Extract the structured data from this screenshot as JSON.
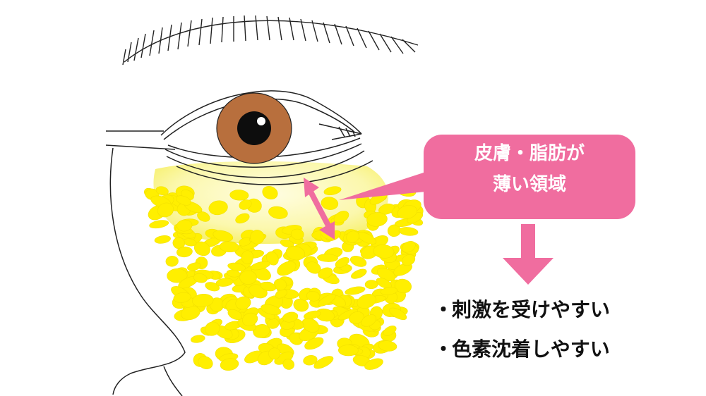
{
  "callout": {
    "line1": "皮膚・脂肪が",
    "line2": "薄い領域",
    "color": "#f06d9f"
  },
  "effects": [
    {
      "bullet": "・",
      "text": "刺激を受けやすい"
    },
    {
      "bullet": "・",
      "text": "色素沈着しやすい"
    }
  ],
  "colors": {
    "iris": "#b86f3d",
    "fat": "#ffef00",
    "thin_area": "#fbf7a8",
    "arrow": "#f06d9f",
    "line": "#222222"
  },
  "icons": [
    "eye-illustration",
    "double-arrow-icon",
    "down-arrow-icon"
  ]
}
